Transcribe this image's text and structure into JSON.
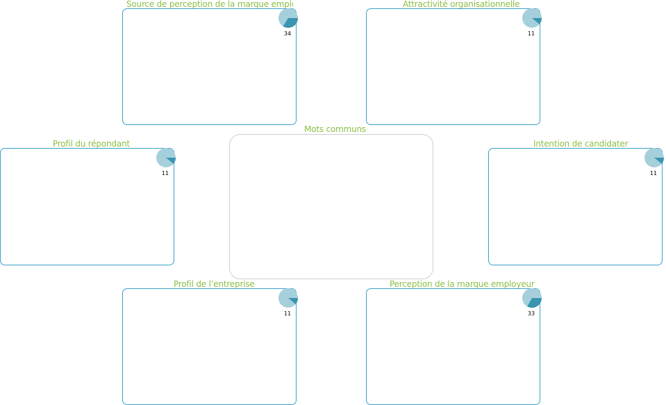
{
  "center": {
    "title": "Mots communs"
  },
  "panels": [
    {
      "title": "Source de perception de la marque employeur",
      "count": "34",
      "fraction": 0.34
    },
    {
      "title": "Attractivité organisationnelle",
      "count": "11",
      "fraction": 0.11
    },
    {
      "title": "Profil du répondant",
      "count": "11",
      "fraction": 0.11
    },
    {
      "title": "Intention de candidater",
      "count": "11",
      "fraction": 0.11
    },
    {
      "title": "Profil de l’entreprise",
      "count": "11",
      "fraction": 0.11
    },
    {
      "title": "Perception de la marque employeur",
      "count": "33",
      "fraction": 0.33
    }
  ],
  "colors": {
    "pie_base": "#a6cfdc",
    "pie_slice": "#3a95b0",
    "border": "#3aa0cc",
    "title": "#8cbf45"
  }
}
